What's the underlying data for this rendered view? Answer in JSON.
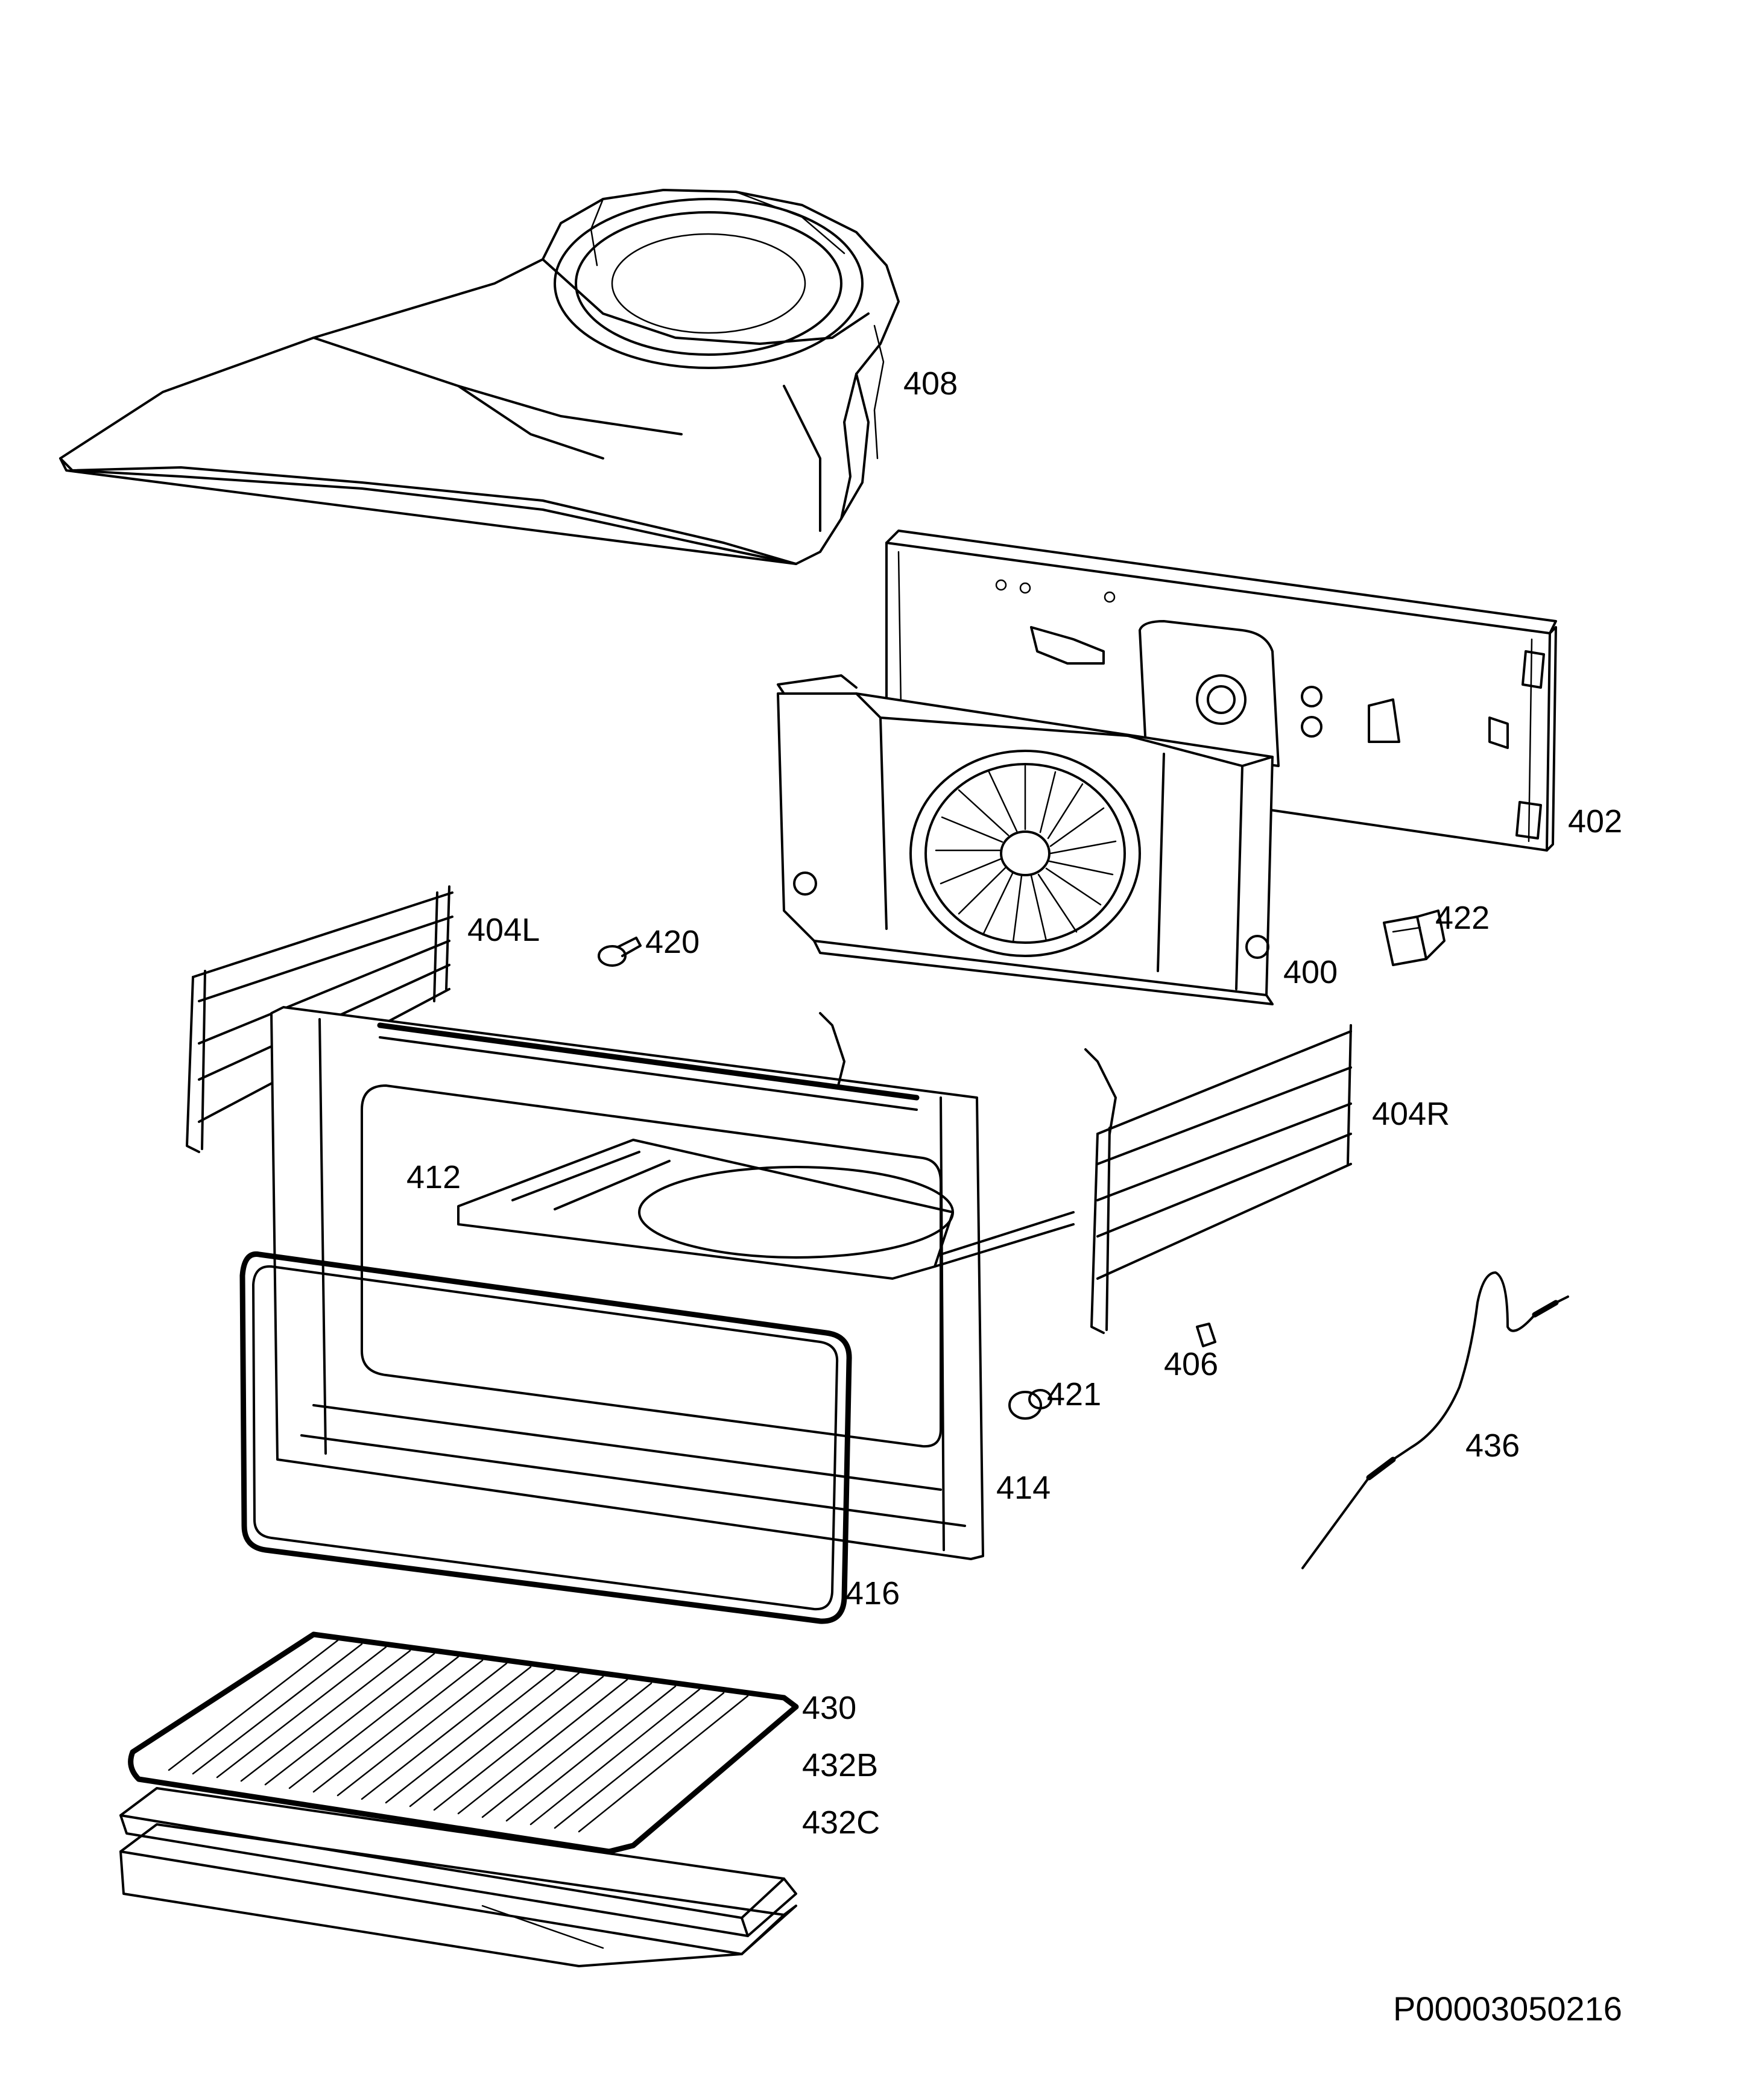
{
  "diagram": {
    "document_code": "P00003050216",
    "parts": [
      {
        "id": "408",
        "label": "408"
      },
      {
        "id": "402",
        "label": "402"
      },
      {
        "id": "400",
        "label": "400"
      },
      {
        "id": "422",
        "label": "422"
      },
      {
        "id": "404L",
        "label": "404L"
      },
      {
        "id": "420",
        "label": "420"
      },
      {
        "id": "404R",
        "label": "404R"
      },
      {
        "id": "412",
        "label": "412"
      },
      {
        "id": "406",
        "label": "406"
      },
      {
        "id": "421",
        "label": "421"
      },
      {
        "id": "436",
        "label": "436"
      },
      {
        "id": "414",
        "label": "414"
      },
      {
        "id": "416",
        "label": "416"
      },
      {
        "id": "430",
        "label": "430"
      },
      {
        "id": "432B",
        "label": "432B"
      },
      {
        "id": "432C",
        "label": "432C"
      }
    ]
  }
}
